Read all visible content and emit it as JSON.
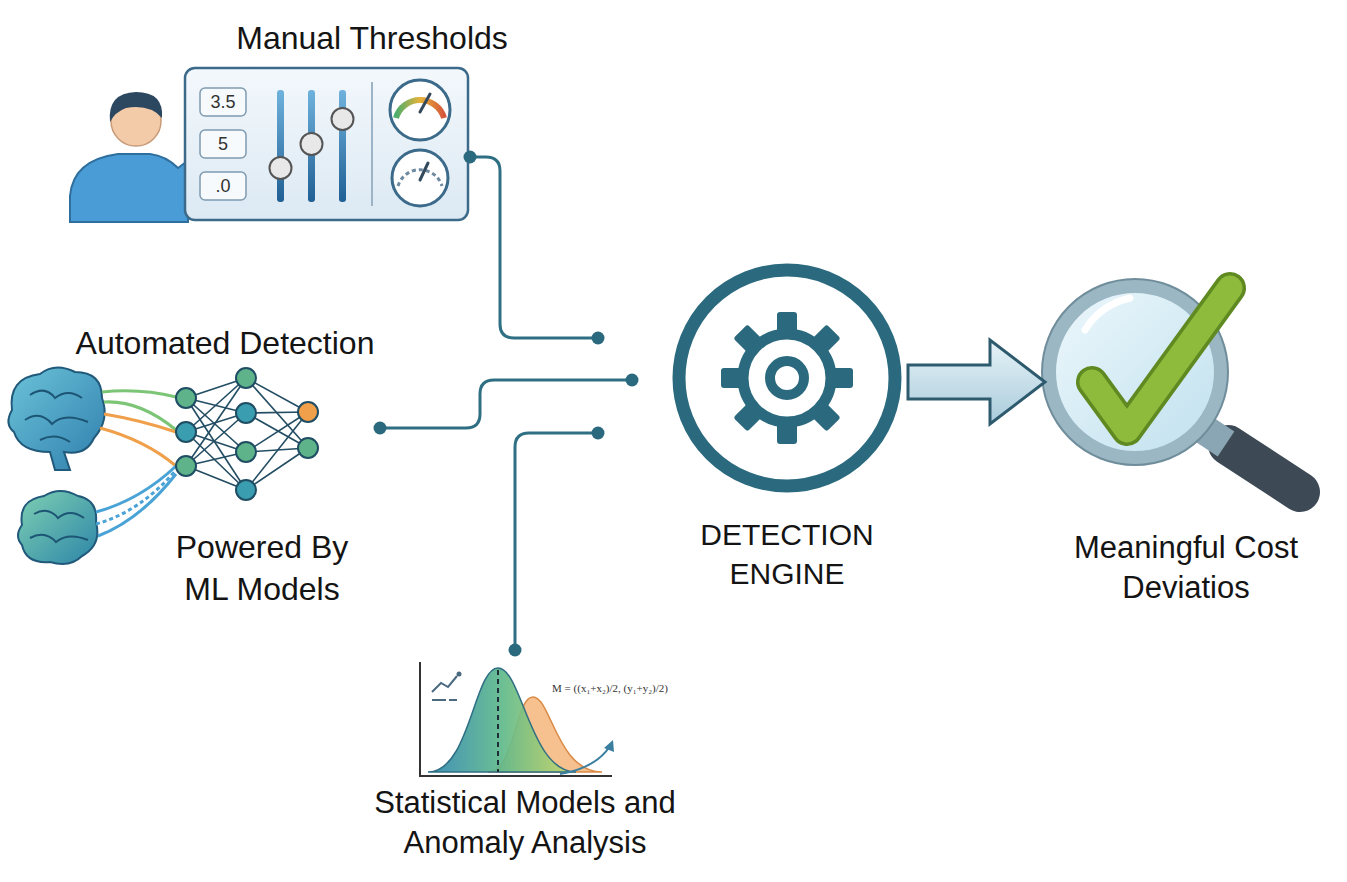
{
  "diagram": {
    "nodes": [
      {
        "text": [
          "Manual Thresholds"
        ]
      },
      {
        "text": [
          "Automated Detection",
          "Powered By ML Models"
        ]
      },
      {
        "text": [
          "Statistical Models and Anomaly Analysis"
        ]
      },
      {
        "text": [
          "DETECTION ENGINE"
        ]
      },
      {
        "text": [
          "Meaningful Cost Deviatios"
        ]
      }
    ],
    "edges": [
      {
        "from": 0,
        "to": 3,
        "arrow": "none"
      },
      {
        "from": 1,
        "to": 3,
        "arrow": "none"
      },
      {
        "from": 2,
        "to": 3,
        "arrow": "none"
      },
      {
        "from": 3,
        "to": 4,
        "arrow": "to"
      }
    ],
    "labels": [
      "3.5",
      "5",
      ".0",
      "M = ((x₁+x₂)/2, (y₁+y₂)/2)"
    ]
  }
}
